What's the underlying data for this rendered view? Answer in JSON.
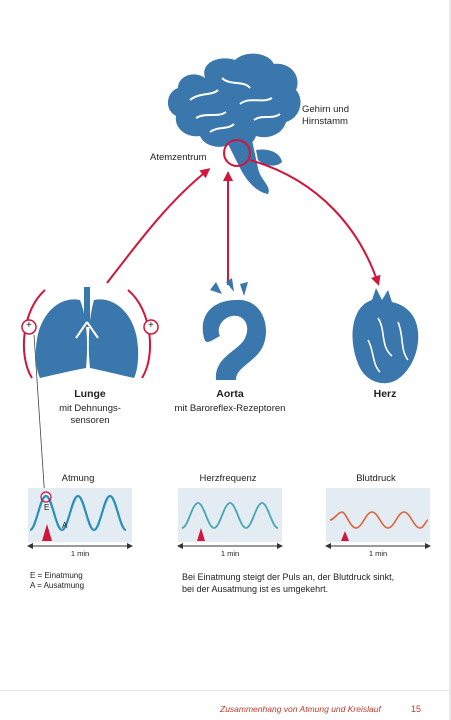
{
  "labels": {
    "brain": "Gehirn und Hirnstamm",
    "brain_line1": "Gehirn und",
    "brain_line2": "Hirnstamm",
    "respiratory_center": "Atemzentrum",
    "lung_title": "Lunge",
    "lung_sub1": "mit Dehnungs-",
    "lung_sub2": "sensoren",
    "aorta_title": "Aorta",
    "aorta_sub": "mit Baroreflex-Rezeptoren",
    "heart_title": "Herz"
  },
  "charts": [
    {
      "title": "Atmung",
      "axis_label": "1 min"
    },
    {
      "title": "Herzfrequenz",
      "axis_label": "1 min"
    },
    {
      "title": "Blutdruck",
      "axis_label": "1 min"
    }
  ],
  "wave_marks": {
    "E": "E",
    "A": "A"
  },
  "legend": {
    "line1": "E = Einatmung",
    "line2": "A = Ausatmung"
  },
  "caption": {
    "line1": "Bei Einatmung steigt der Puls an, der Blutdruck sinkt,",
    "line2": "bei der Ausatmung ist es umgekehrt."
  },
  "plus_sign": "+",
  "footer": {
    "text": "Zusammenhang von Atmung und Kreislauf",
    "page": "15"
  },
  "colors": {
    "organ_blue": "#3a77ad",
    "arrow_red": "#d2153a",
    "panel_bg": "#e3ebf3",
    "wave_blue": "#2a8fb8",
    "wave_teal": "#4aa6b5",
    "wave_red": "#e0603c",
    "footer_red": "#c0392b"
  }
}
